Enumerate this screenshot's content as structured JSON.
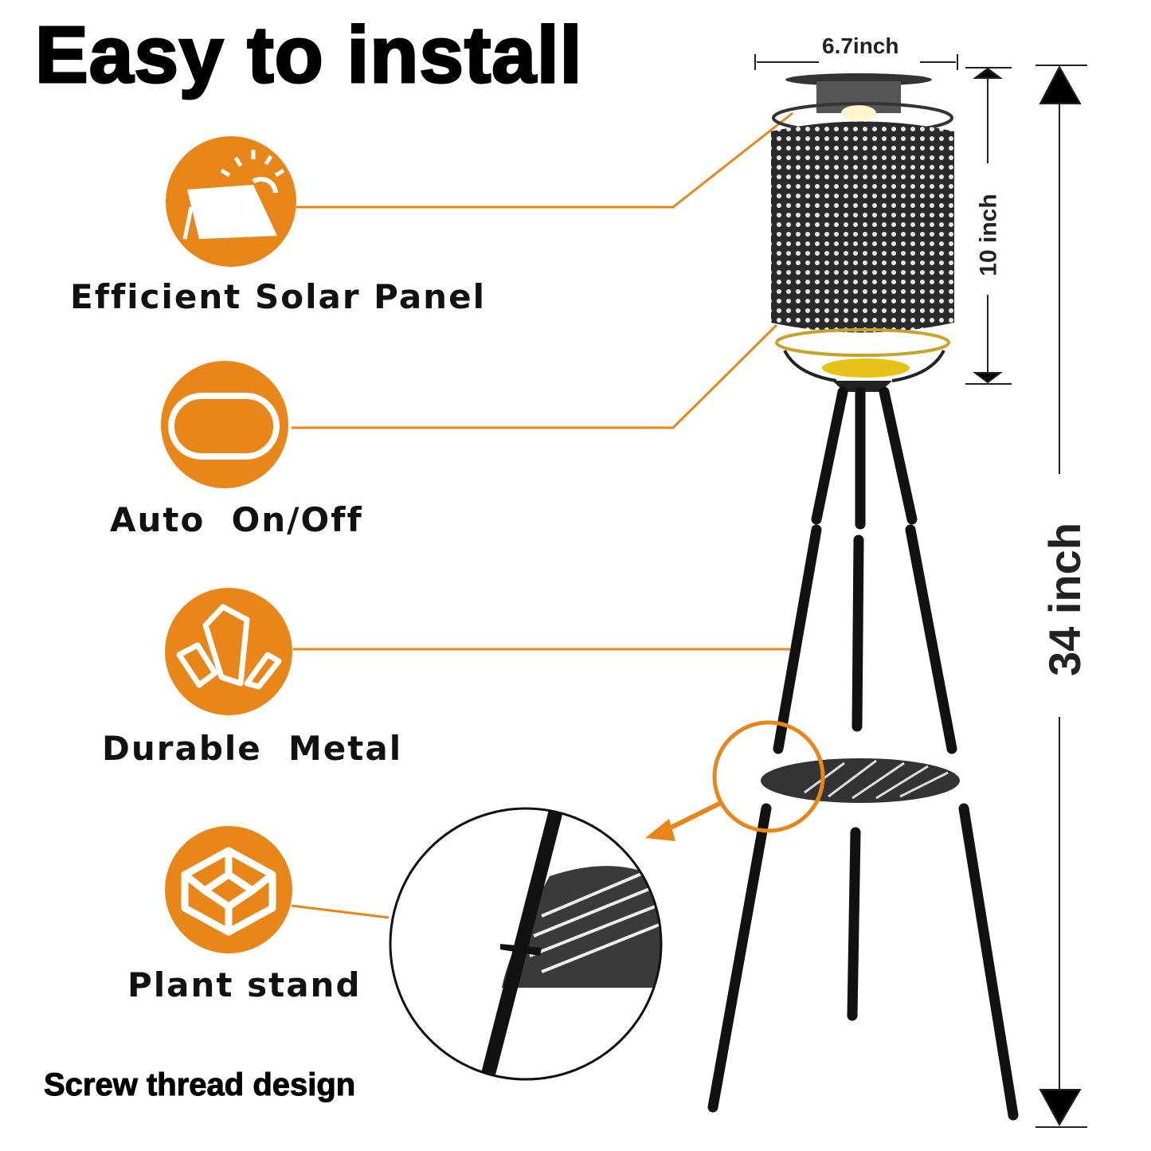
{
  "title": "Easy to install",
  "accent_color": "#E8861A",
  "features": [
    {
      "label": "Efficient Solar Panel",
      "icon": "solar-panel-icon"
    },
    {
      "label": "Auto  On/Off",
      "icon": "toggle-switch-icon"
    },
    {
      "label": "Durable  Metal",
      "icon": "crystal-metal-icon"
    },
    {
      "label": "Plant stand",
      "icon": "box-frame-icon"
    }
  ],
  "dimensions": {
    "width": "6.7inch",
    "lamp_height": "10 inch",
    "total_height": "34 inch"
  },
  "caption": "Screw thread design"
}
